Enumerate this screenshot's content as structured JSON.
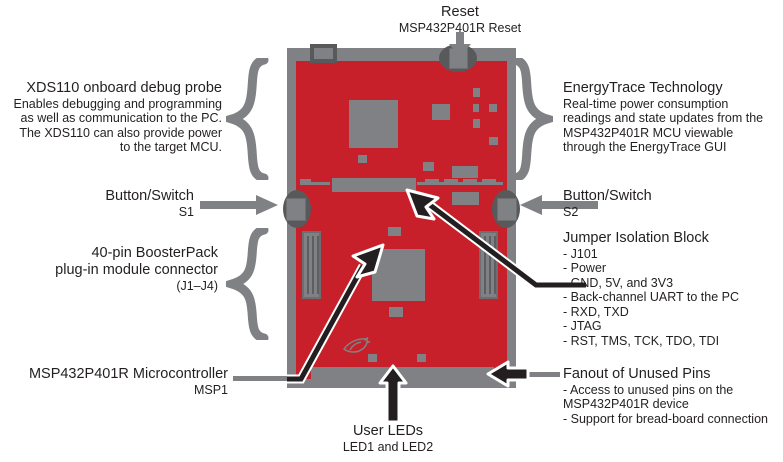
{
  "figure": {
    "subject": "MSP432P401R LaunchPad development board",
    "board_color": "#c8202a",
    "component_color": "#808184",
    "frame_color": "#808184",
    "text_color": "#231f20"
  },
  "callouts": {
    "reset": {
      "title": "Reset",
      "lines": [
        "MSP432P401R Reset"
      ]
    },
    "xds110": {
      "title": "XDS110 onboard debug probe",
      "lines": [
        "Enables debugging and programming",
        "as well as communication to the PC.",
        "The XDS110 can also provide power",
        "to the target MCU."
      ]
    },
    "energytrace": {
      "title": "EnergyTrace Technology",
      "lines": [
        "Real-time power consumption",
        "readings and state updates from the",
        "MSP432P401R MCU viewable",
        "through the EnergyTrace GUI"
      ]
    },
    "button_s1": {
      "title": "Button/Switch",
      "lines": [
        "S1"
      ]
    },
    "button_s2": {
      "title": "Button/Switch",
      "lines": [
        "S2"
      ]
    },
    "boosterpack": {
      "title": "40-pin BoosterPack",
      "lines": [
        "plug-in module connector",
        "(J1–J4)"
      ]
    },
    "jumper_block": {
      "title": "Jumper Isolation Block",
      "lines": [
        "- J101",
        "- Power",
        "     - GND, 5V, and 3V3",
        "- Back-channel UART to the PC",
        "     - RXD, TXD",
        "- JTAG",
        "     - RST, TMS, TCK, TDO, TDI"
      ]
    },
    "microcontroller": {
      "title": "MSP432P401R Microcontroller",
      "lines": [
        "MSP1"
      ]
    },
    "fanout": {
      "title": "Fanout of Unused Pins",
      "lines": [
        "- Access to unused pins on the",
        "   MSP432P401R device",
        "- Support for bread-board connection"
      ]
    },
    "user_leds": {
      "title": "User LEDs",
      "lines": [
        "LED1 and LED2"
      ]
    }
  }
}
